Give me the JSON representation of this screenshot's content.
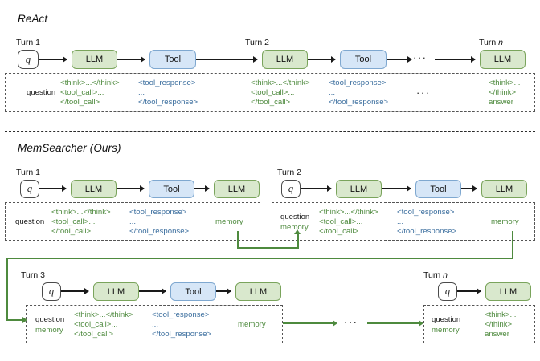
{
  "figure": {
    "sections": [
      {
        "id": "react",
        "title": "ReAct"
      },
      {
        "id": "memsearcher",
        "title": "MemSearcher (Ours)"
      }
    ]
  },
  "labels": {
    "turn1": "Turn 1",
    "turn2": "Turn 2",
    "turn3": "Turn 3",
    "turn_n_prefix": "Turn ",
    "turn_n_index": "n",
    "question": "question",
    "memory": "memory",
    "ellipsis": "···"
  },
  "nodes": {
    "q": "q",
    "llm": "LLM",
    "tool": "Tool"
  },
  "tokens": {
    "think_open_close": "<think>...</think>",
    "tool_call_open": "<tool_call>...",
    "tool_call_close": "</tool_call>",
    "tool_response_open": "<tool_response>",
    "tool_response_mid": "...",
    "tool_response_close": "</tool_response>",
    "think_open": "<think>...",
    "think_close": "</think>",
    "answer": "answer"
  },
  "colors": {
    "llm_fill": "#d9e8cd",
    "llm_stroke": "#7aa45c",
    "tool_fill": "#d6e6f7",
    "tool_stroke": "#7fa8d0",
    "green_text": "#4e8a3e",
    "blue_text": "#3b6e9e",
    "memory_arrow": "#4e8a3e",
    "panel_border": "#555555",
    "arrow": "#1a1a1a"
  },
  "react_row": {
    "turns": [
      {
        "label": "Turn 1",
        "nodes": [
          "LLM",
          "Tool"
        ]
      },
      {
        "label": "Turn 2",
        "nodes": [
          "LLM",
          "Tool"
        ]
      },
      {
        "label": "Turn n",
        "nodes": [
          "LLM"
        ]
      }
    ]
  },
  "memsearcher_rows": {
    "row1": [
      {
        "label": "Turn 1",
        "nodes": [
          "q",
          "LLM",
          "Tool",
          "LLM"
        ],
        "panel_left": [
          "question"
        ],
        "emits_memory": true
      },
      {
        "label": "Turn 2",
        "nodes": [
          "q",
          "LLM",
          "Tool",
          "LLM"
        ],
        "panel_left": [
          "question",
          "memory"
        ],
        "emits_memory": true
      }
    ],
    "row2": [
      {
        "label": "Turn 3",
        "nodes": [
          "q",
          "LLM",
          "Tool",
          "LLM"
        ],
        "panel_left": [
          "question",
          "memory"
        ],
        "emits_memory": true
      },
      {
        "label": "Turn n",
        "nodes": [
          "q",
          "LLM"
        ],
        "panel_left": [
          "question",
          "memory"
        ],
        "emits_memory": false
      }
    ]
  }
}
